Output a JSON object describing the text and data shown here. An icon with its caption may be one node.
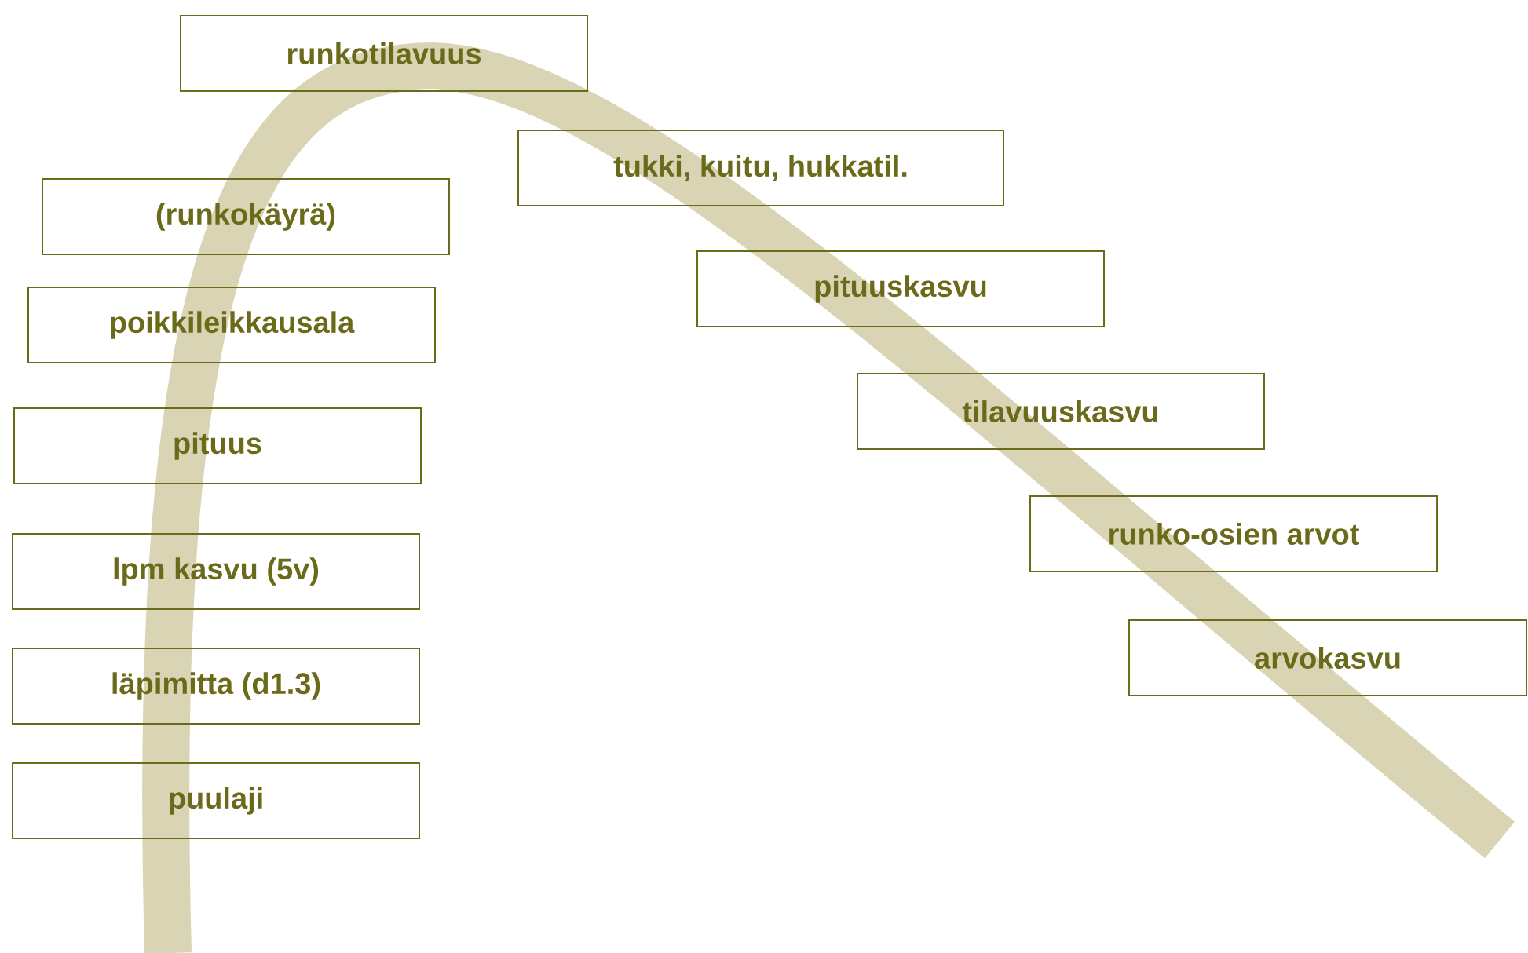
{
  "diagram": {
    "nodes": [
      {
        "text": [
          "runkotilavuus"
        ]
      },
      {
        "text": [
          "tukki, kuitu, hukkatil."
        ]
      },
      {
        "text": [
          "(runkokäyrä)"
        ]
      },
      {
        "text": [
          "poikkileikkausala"
        ]
      },
      {
        "text": [
          "pituuskasvu"
        ]
      },
      {
        "text": [
          "pituus"
        ]
      },
      {
        "text": [
          "tilavuuskasvu"
        ]
      },
      {
        "text": [
          "runko-osien arvot"
        ]
      },
      {
        "text": [
          "lpm kasvu (5v)"
        ]
      },
      {
        "text": [
          "arvokasvu"
        ]
      },
      {
        "text": [
          "läpimitta (d1.3)"
        ]
      },
      {
        "text": [
          "puulaji"
        ]
      }
    ]
  }
}
